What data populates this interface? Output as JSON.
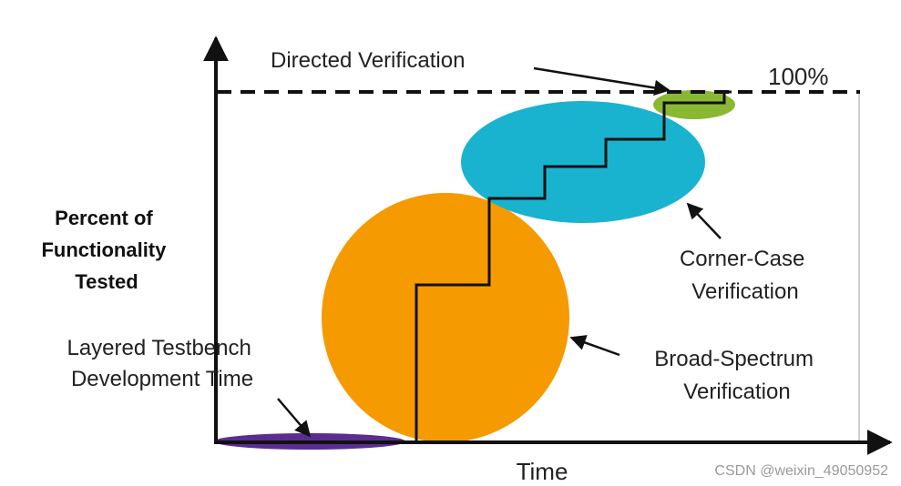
{
  "y_axis_label": [
    "Percent of",
    "Functionality",
    "Tested"
  ],
  "x_axis_label": "Time",
  "max_marker": "100%",
  "labels": {
    "directed": [
      "Directed Verification"
    ],
    "corner_case": [
      "Corner-Case",
      "Verification"
    ],
    "broad_spectrum": [
      "Broad-Spectrum",
      "Verification"
    ],
    "layered_testbench": [
      "Layered Testbench",
      "Development Time"
    ]
  },
  "watermark": "CSDN @weixin_49050952",
  "colors": {
    "layered_testbench": "#5b2d91",
    "broad_spectrum": "#f59a00",
    "corner_case": "#19b3cf",
    "directed": "#8ab833",
    "axes": "#111111"
  }
}
